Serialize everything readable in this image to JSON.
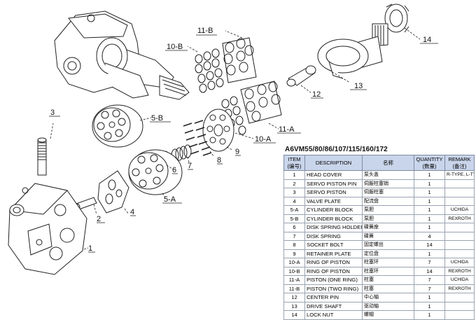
{
  "diagram": {
    "callouts": [
      "14",
      "11-B",
      "10-B",
      "12",
      "13",
      "3",
      "5-B",
      "11-A",
      "10-A",
      "7",
      "6",
      "8",
      "9",
      "5-A",
      "4",
      "2",
      "1"
    ]
  },
  "parts_table": {
    "title": "A6VM55/80/86/107/115/160/172",
    "headers": {
      "item": "ITEM",
      "item_cn": "(编号)",
      "description": "DESCRIPTION",
      "name_cn": "名称",
      "quantity": "QUANTITY",
      "quantity_cn": "(数量)",
      "remark": "REMARK",
      "remark_cn": "(备注)"
    },
    "rows": [
      {
        "item": "1",
        "description": "HEAD COVER",
        "name_cn": "泵头盖",
        "qty": "1",
        "remark": "R-TYPE, L-TYPE"
      },
      {
        "item": "2",
        "description": "SERVO PISTON PIN",
        "name_cn": "伺服柱塞销",
        "qty": "1",
        "remark": ""
      },
      {
        "item": "3",
        "description": "SERVO PISTON",
        "name_cn": "伺服柱塞",
        "qty": "1",
        "remark": ""
      },
      {
        "item": "4",
        "description": "VALVE PLATE",
        "name_cn": "配流盘",
        "qty": "1",
        "remark": ""
      },
      {
        "item": "5-A",
        "description": "CYLINDER BLOCK",
        "name_cn": "泵胆",
        "qty": "1",
        "remark": "UCHIDA"
      },
      {
        "item": "5-B",
        "description": "CYLINDER BLOCK",
        "name_cn": "泵胆",
        "qty": "1",
        "remark": "REXROTH"
      },
      {
        "item": "6",
        "description": "DISK SPRING HOLDER",
        "name_cn": "碟簧座",
        "qty": "1",
        "remark": ""
      },
      {
        "item": "7",
        "description": "DISK SPRING",
        "name_cn": "碟簧",
        "qty": "4",
        "remark": ""
      },
      {
        "item": "8",
        "description": "SOCKET BOLT",
        "name_cn": "固定螺丝",
        "qty": "14",
        "remark": ""
      },
      {
        "item": "9",
        "description": "RETAINER PLATE",
        "name_cn": "定位盘",
        "qty": "1",
        "remark": ""
      },
      {
        "item": "10-A",
        "description": "RING OF PISTON",
        "name_cn": "柱塞环",
        "qty": "7",
        "remark": "UCHIDA"
      },
      {
        "item": "10-B",
        "description": "RING OF PISTON",
        "name_cn": "柱塞环",
        "qty": "14",
        "remark": "REXROTH"
      },
      {
        "item": "11-A",
        "description": "PISTON (ONE RING)",
        "name_cn": "柱塞",
        "qty": "7",
        "remark": "UCHIDA"
      },
      {
        "item": "11-B",
        "description": "PISTON (TWO RING)",
        "name_cn": "柱塞",
        "qty": "7",
        "remark": "REXROTH"
      },
      {
        "item": "12",
        "description": "CENTER PIN",
        "name_cn": "中心轴",
        "qty": "1",
        "remark": ""
      },
      {
        "item": "13",
        "description": "DRIVE SHAFT",
        "name_cn": "驱动轴",
        "qty": "1",
        "remark": ""
      },
      {
        "item": "14",
        "description": "LOCK NUT",
        "name_cn": "螺帽",
        "qty": "1",
        "remark": ""
      }
    ]
  }
}
